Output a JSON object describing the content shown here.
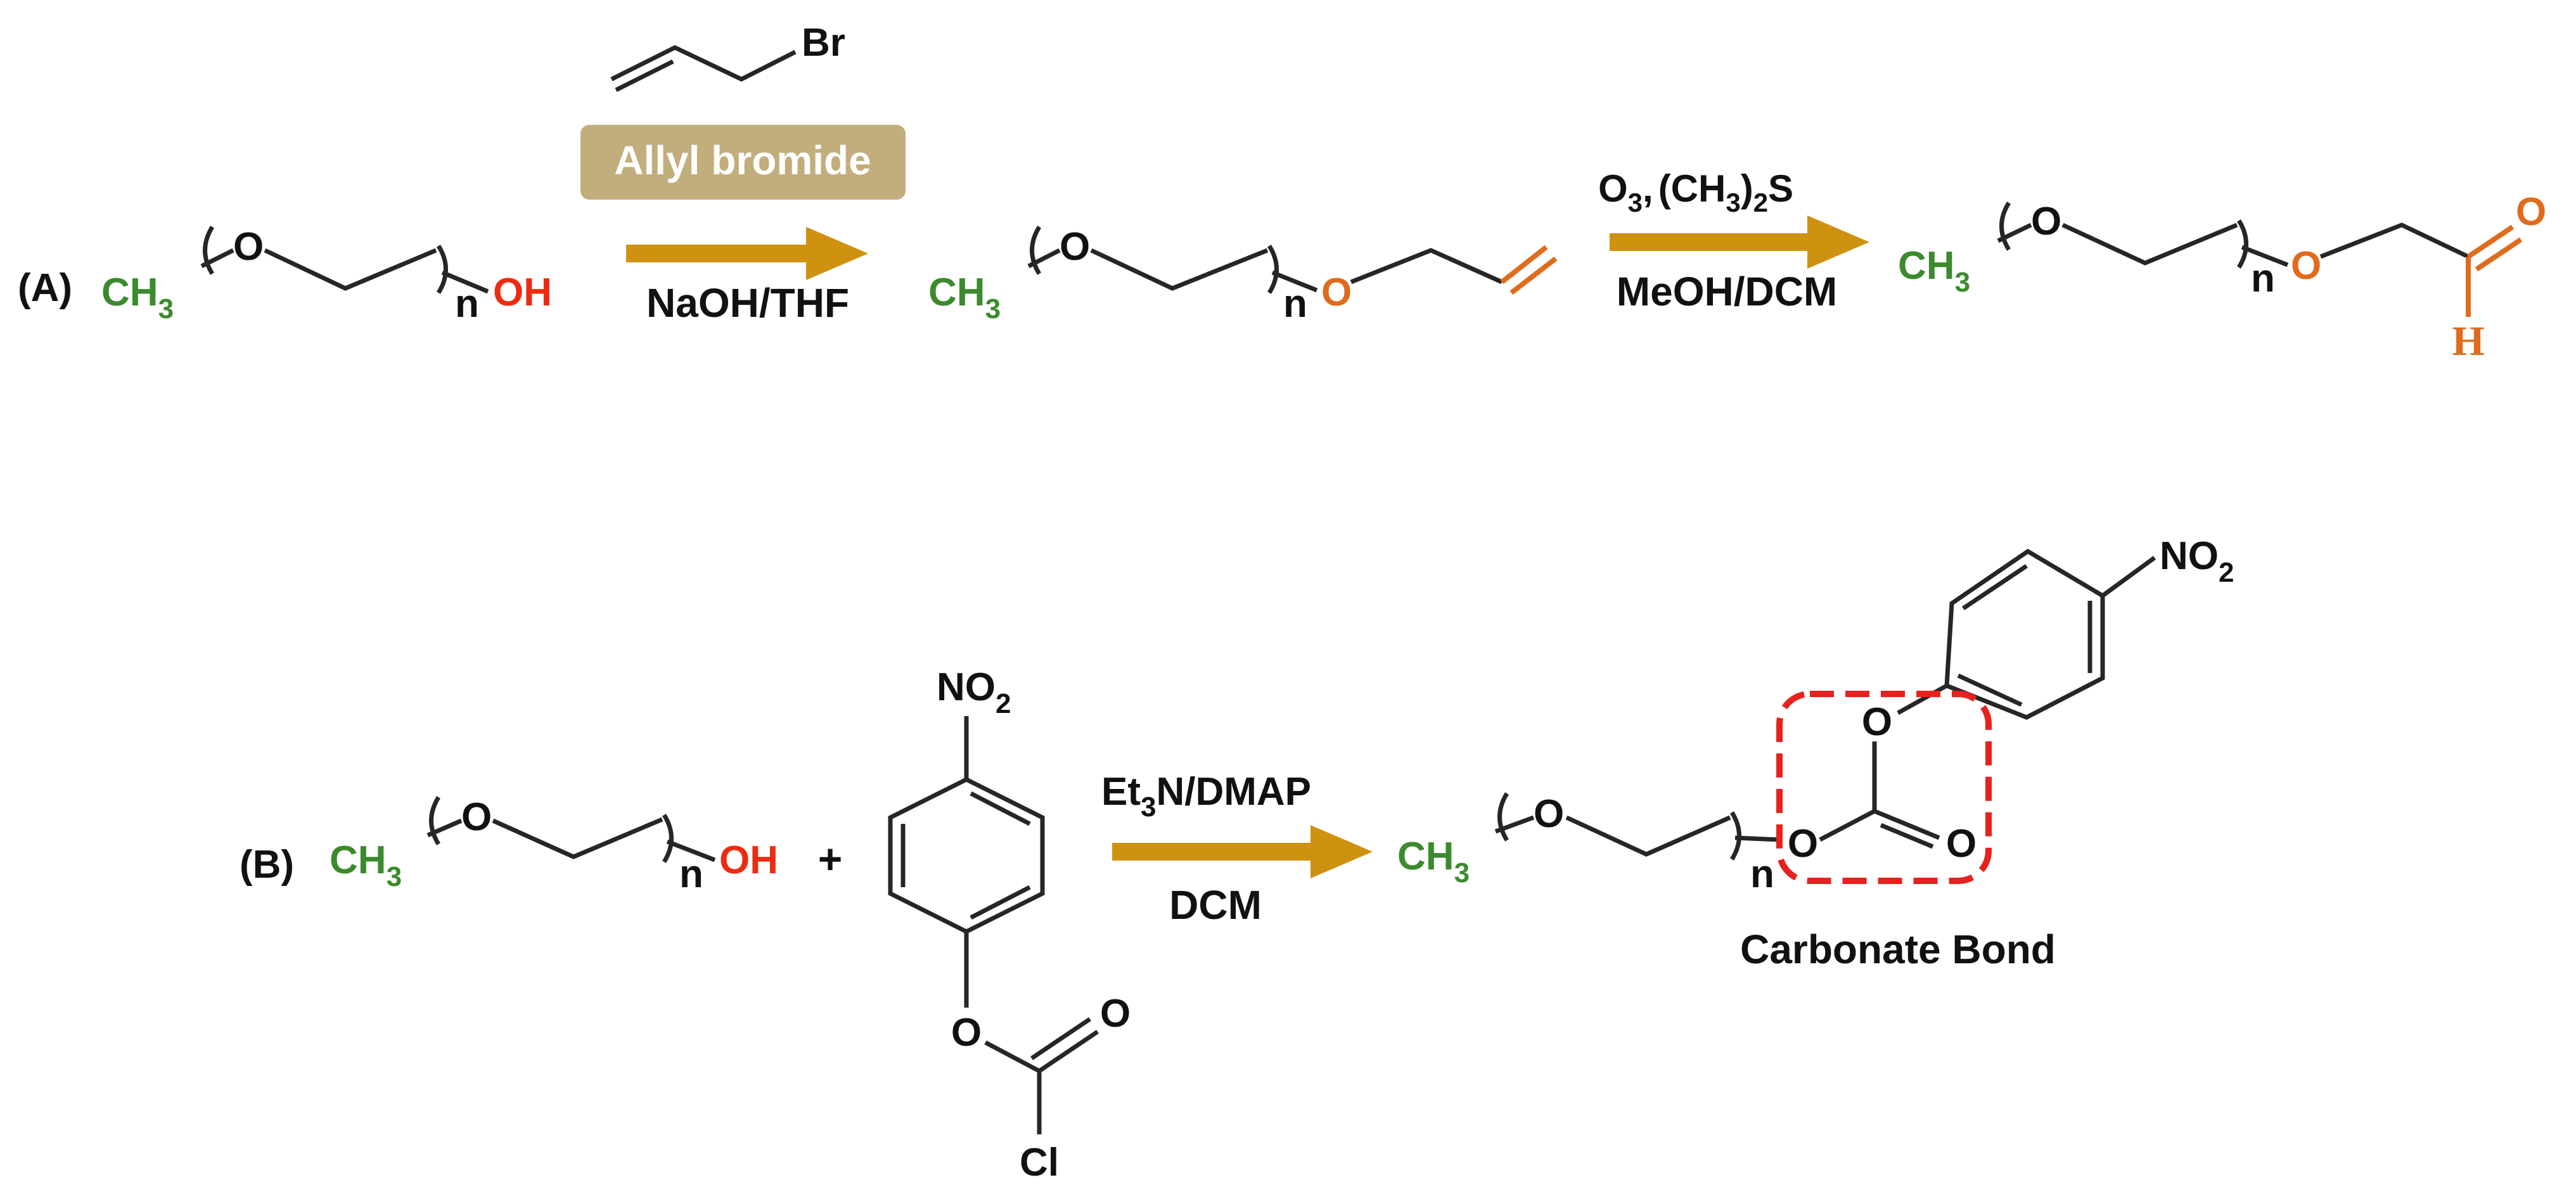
{
  "colors": {
    "bond": "#262626",
    "methyl": "#3c8a2e",
    "hydroxyl": "#ee2b10",
    "oxygen_orange": "#e06b1c",
    "arrow": "#cf9210",
    "reagent_box": "#c2ad7c",
    "dash_box": "#e6211e",
    "text": "#111111"
  },
  "scheme_a": {
    "label": "(A)",
    "reactant": {
      "methyl": "CH",
      "methyl_sub": "3",
      "oxygen": "O",
      "repeat": "n",
      "terminal": "OH"
    },
    "reagent_structure": {
      "bromine": "Br"
    },
    "reagent_name": "Allyl bromide",
    "conditions_1": "NaOH/THF",
    "intermediate": {
      "methyl": "CH",
      "methyl_sub": "3",
      "oxygen": "O",
      "repeat": "n",
      "ether_oxygen": "O"
    },
    "conditions_2_line1": {
      "o3": "O",
      "o3_sub": "3",
      "sep": ",",
      "paren_open": "(CH",
      "ch_sub": "3",
      "paren_close": ")",
      "s_sub": "2",
      "s": "S"
    },
    "conditions_2_line2": "MeOH/DCM",
    "product": {
      "methyl": "CH",
      "methyl_sub": "3",
      "oxygen": "O",
      "repeat": "n",
      "ether_oxygen": "O",
      "carbonyl_oxygen": "O",
      "aldehyde_h": "H"
    }
  },
  "scheme_b": {
    "label": "(B)",
    "reactant": {
      "methyl": "CH",
      "methyl_sub": "3",
      "oxygen": "O",
      "repeat": "n",
      "terminal": "OH"
    },
    "plus": "+",
    "reagent": {
      "nitro": "NO",
      "nitro_sub": "2",
      "ester_oxygen": "O",
      "carbonyl_oxygen": "O",
      "chlorine": "Cl"
    },
    "conditions_line1": {
      "et": "Et",
      "et_sub": "3",
      "rest": "N/DMAP"
    },
    "conditions_line2": "DCM",
    "product": {
      "methyl": "CH",
      "methyl_sub": "3",
      "oxygen": "O",
      "repeat": "n",
      "link_oxygen": "O",
      "aryl_oxygen": "O",
      "carbonyl_oxygen": "O",
      "nitro": "NO",
      "nitro_sub": "2"
    },
    "highlight_label": "Carbonate Bond"
  }
}
